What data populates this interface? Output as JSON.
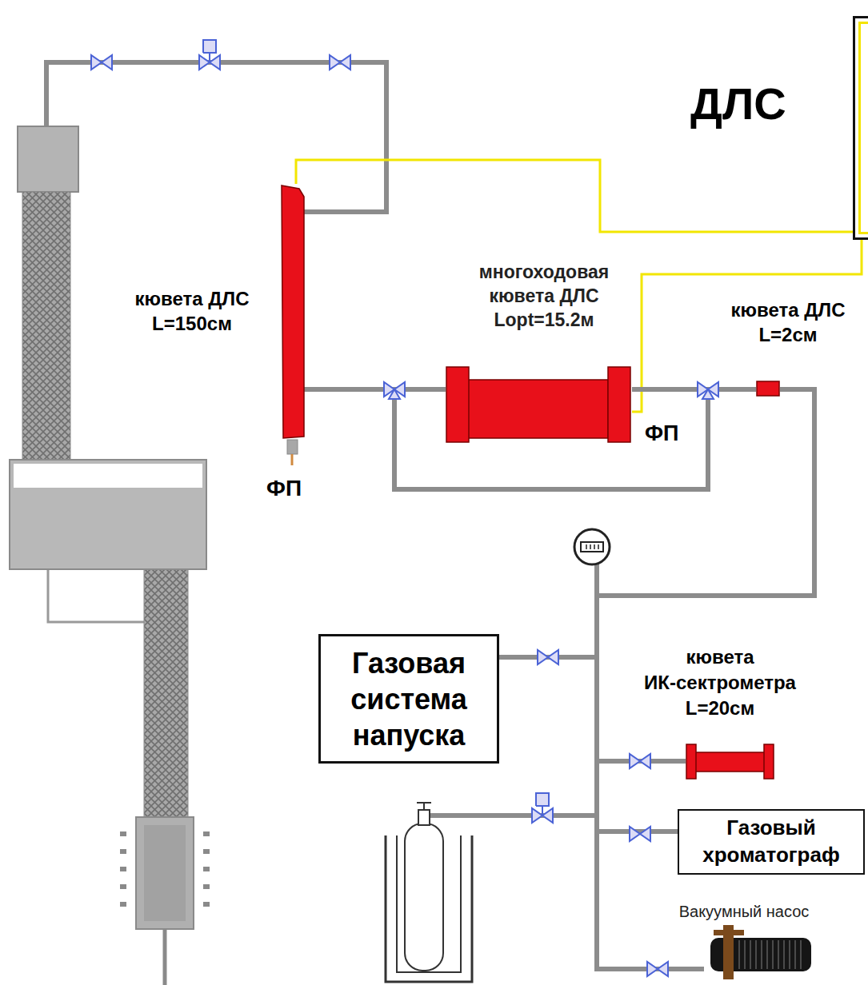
{
  "diagram": {
    "nodes": [
      {
        "text": [
          "ДЛС"
        ]
      },
      {
        "text": [
          "кювета ДЛС L=150см"
        ]
      },
      {
        "text": [
          "многоходовая кювета ДЛС Lopt=15.2м"
        ]
      },
      {
        "text": [
          "кювета ДЛС L=2см"
        ]
      },
      {
        "text": [
          "Газовая система напуска"
        ]
      },
      {
        "text": [
          "кювета ИК-сектрометра L=20см"
        ]
      },
      {
        "text": [
          "Газовый хроматограф"
        ]
      },
      {
        "text": [
          "Вакуумный насос"
        ]
      }
    ],
    "edges": [
      {
        "from": 0,
        "to": 1,
        "arrow": "none"
      },
      {
        "from": 0,
        "to": 2,
        "arrow": "none"
      },
      {
        "from": 1,
        "to": 2,
        "arrow": "none"
      },
      {
        "from": 2,
        "to": 3,
        "arrow": "none"
      },
      {
        "from": 3,
        "to": 4,
        "arrow": "none"
      },
      {
        "from": 3,
        "to": 5,
        "arrow": "none"
      },
      {
        "from": 3,
        "to": 6,
        "arrow": "none"
      },
      {
        "from": 3,
        "to": 7,
        "arrow": "none"
      }
    ],
    "labels": [
      "ФП",
      "ФП"
    ]
  }
}
